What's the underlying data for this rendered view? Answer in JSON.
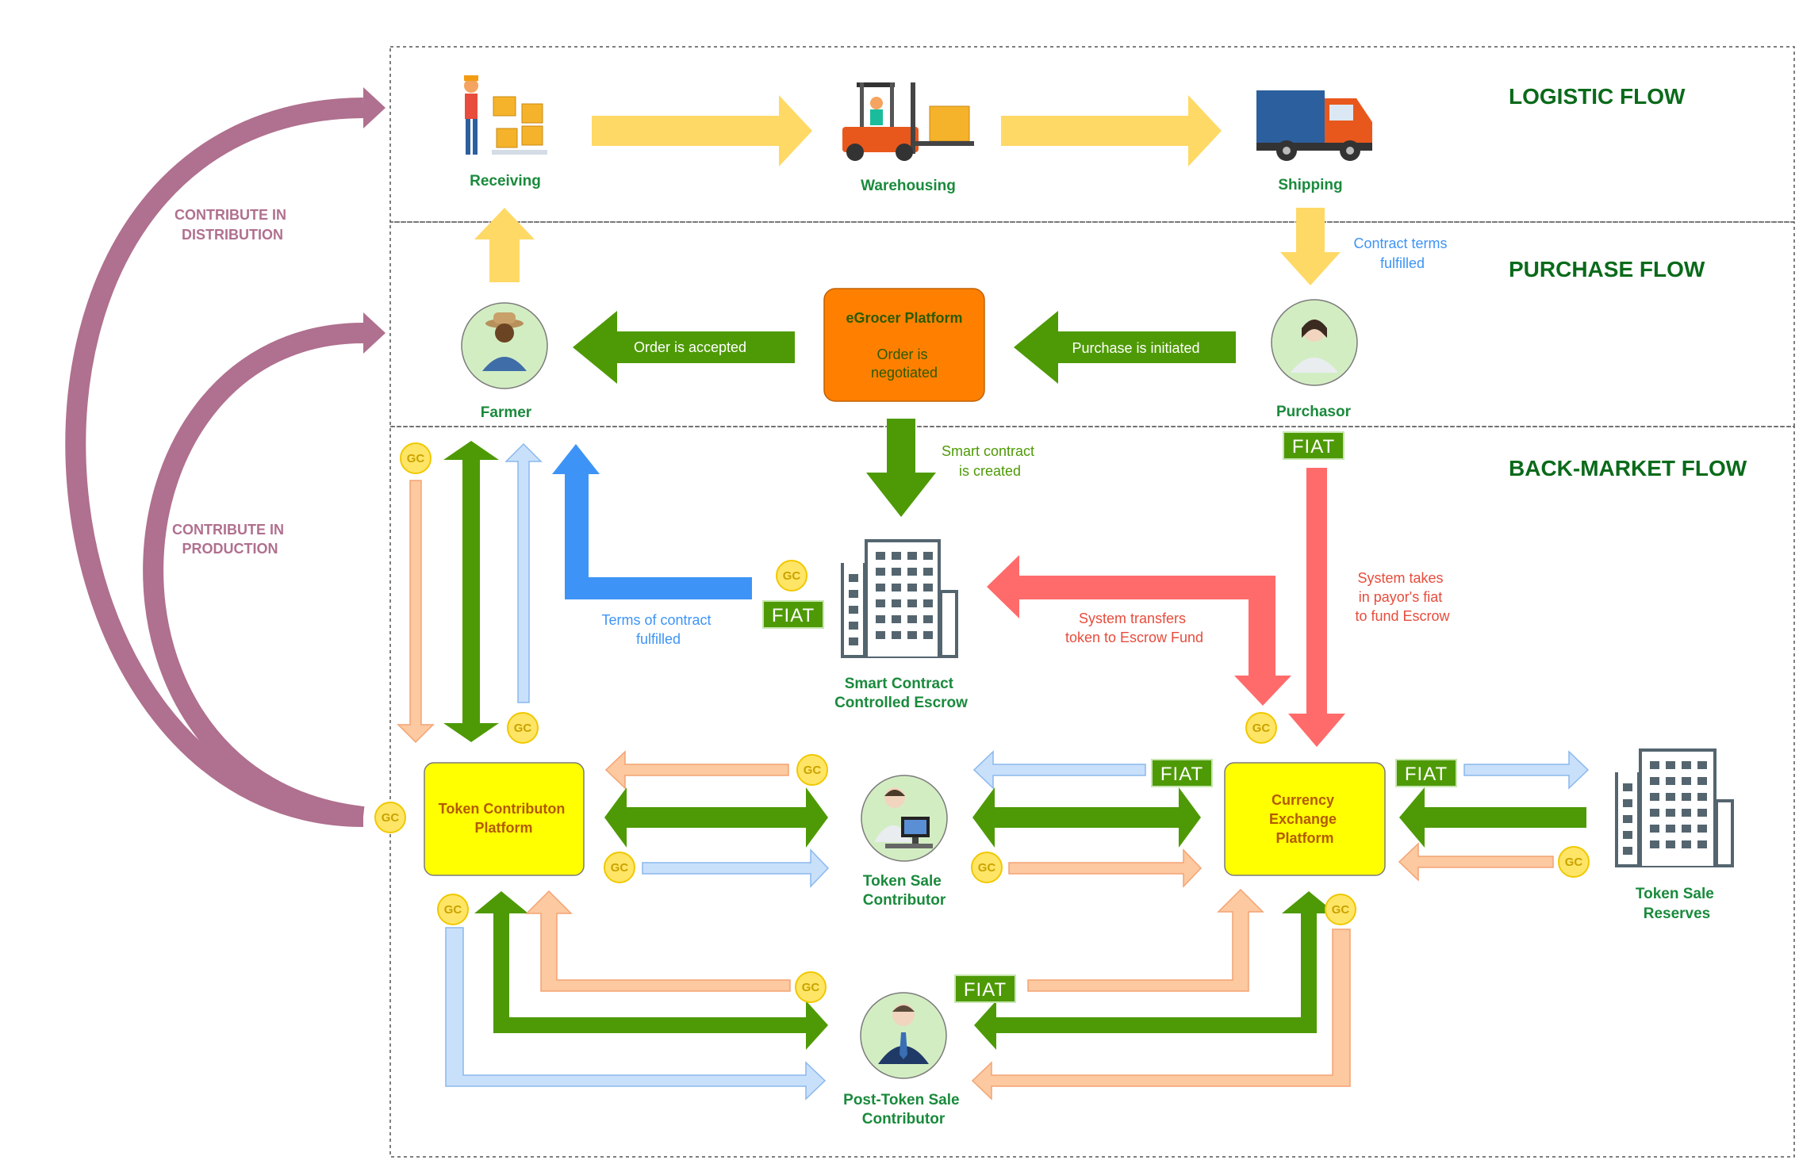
{
  "sections": {
    "logistic": "LOGISTIC FLOW",
    "purchase": "PURCHASE FLOW",
    "back_market": "BACK-MARKET FLOW"
  },
  "side_labels": {
    "distribution": [
      "CONTRIBUTE  IN",
      "DISTRIBUTION"
    ],
    "production": [
      "CONTRIBUTE IN",
      "PRODUCTION"
    ]
  },
  "nodes": {
    "receiving": "Receiving",
    "warehousing": "Warehousing",
    "shipping": "Shipping",
    "farmer": "Farmer",
    "purchasor": "Purchasor",
    "escrow": [
      "Smart Contract",
      "Controlled Escrow"
    ],
    "token_sale_contributor": [
      "Token Sale",
      "Contributor"
    ],
    "post_token_sale_contributor": [
      "Post-Token Sale",
      "Contributor"
    ],
    "token_sale_reserves": [
      "Token Sale",
      "Reserves"
    ]
  },
  "boxes": {
    "egrocer_title": "eGrocer Platform",
    "egrocer_sub": [
      "Order is",
      "negotiated"
    ],
    "token_platform": [
      "Token Contributon",
      "Platform"
    ],
    "currency_platform": [
      "Currency",
      "Exchange",
      "Platform"
    ]
  },
  "captions": {
    "order_accepted": "Order is accepted",
    "purchase_initiated": "Purchase is initiated",
    "contract_terms": [
      "Contract terms",
      "fulfilled"
    ],
    "smart_contract_created": [
      "Smart contract",
      "is created"
    ],
    "terms_fulfilled": [
      "Terms of contract",
      "fulfilled"
    ],
    "system_transfers": [
      "System transfers",
      "token to Escrow Fund"
    ],
    "system_takes": [
      "System takes",
      "in payor's fiat",
      "to fund Escrow"
    ]
  },
  "badges": {
    "fiat": "FIAT",
    "gc": "GC"
  },
  "colors": {
    "yellow_arrow": "#ffd966",
    "green_arrow": "#4e9a06",
    "blue_arrow": "#3d94f6",
    "red_arrow": "#ff6b6b",
    "peach_arrow": "#fcc9a0",
    "light_blue_arrow": "#c9e0fb",
    "purple_arc": "#b0708f",
    "orange_box": "#ff8000",
    "yellow_box": "#ffff00",
    "fiat_badge": "#4e9a06"
  }
}
